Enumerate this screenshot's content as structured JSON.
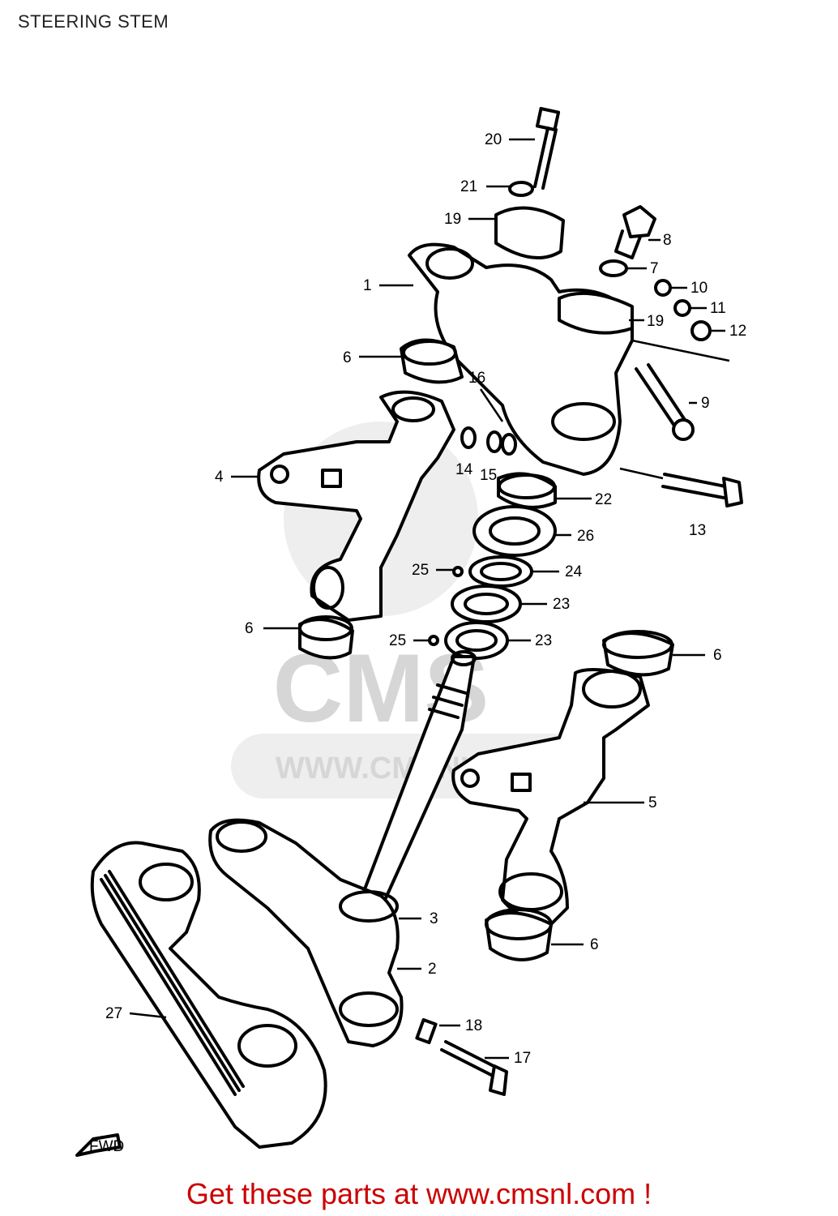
{
  "title": "STEERING STEM",
  "footer": "Get these parts at www.cmsnl.com !",
  "watermark": {
    "logo": "CMS",
    "url": "WWW.CMSNL.COM"
  },
  "fwd_arrow": "FWD",
  "labels": {
    "p1": "1",
    "p2": "2",
    "p3": "3",
    "p4": "4",
    "p5": "5",
    "p6a": "6",
    "p6b": "6",
    "p6c": "6",
    "p6d": "6",
    "p7": "7",
    "p8": "8",
    "p9": "9",
    "p10": "10",
    "p11": "11",
    "p12": "12",
    "p13": "13",
    "p14": "14",
    "p15": "15",
    "p16": "16",
    "p17": "17",
    "p18": "18",
    "p19a": "19",
    "p19b": "19",
    "p20": "20",
    "p21": "21",
    "p22": "22",
    "p23a": "23",
    "p23b": "23",
    "p24": "24",
    "p25a": "25",
    "p25b": "25",
    "p26": "26",
    "p27": "27"
  },
  "colors": {
    "footer": "#cc0000",
    "lines": "#000000",
    "watermark": "#d9d9d9"
  }
}
